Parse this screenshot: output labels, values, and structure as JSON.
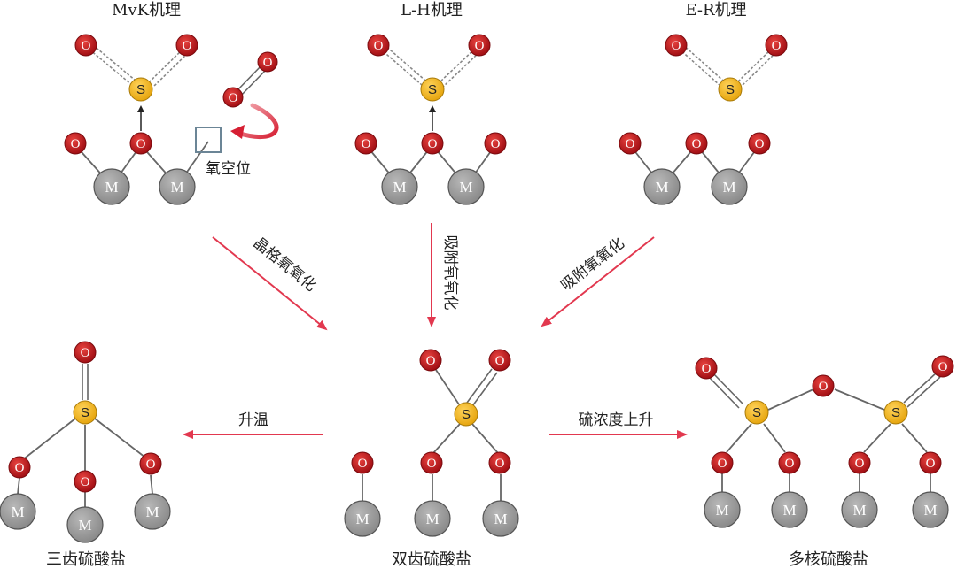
{
  "mechanisms": {
    "mvk": "MvK机理",
    "lh": "L-H机理",
    "er": "E-R机理"
  },
  "labels": {
    "vacancy": "氧空位",
    "lattice_oxidation": "晶格氧氧化",
    "adsorbed_oxidation_mid": "吸附氧氧化",
    "adsorbed_oxidation_right": "吸附氧氧化",
    "heating": "升温",
    "sulfur_increase": "硫浓度上升"
  },
  "products": {
    "tridentate": "三齿硫酸盐",
    "bidentate": "双齿硫酸盐",
    "polynuclear": "多核硫酸盐"
  },
  "atoms": {
    "oxygen": "O",
    "sulfur": "S",
    "metal": "M"
  },
  "colors": {
    "oxygen_fill": "#c0171d",
    "sulfur_fill": "#f2b417",
    "metal_fill": "#9a9a9a",
    "arrow_red": "#e2384f",
    "vacancy_stroke": "#6b8596"
  }
}
